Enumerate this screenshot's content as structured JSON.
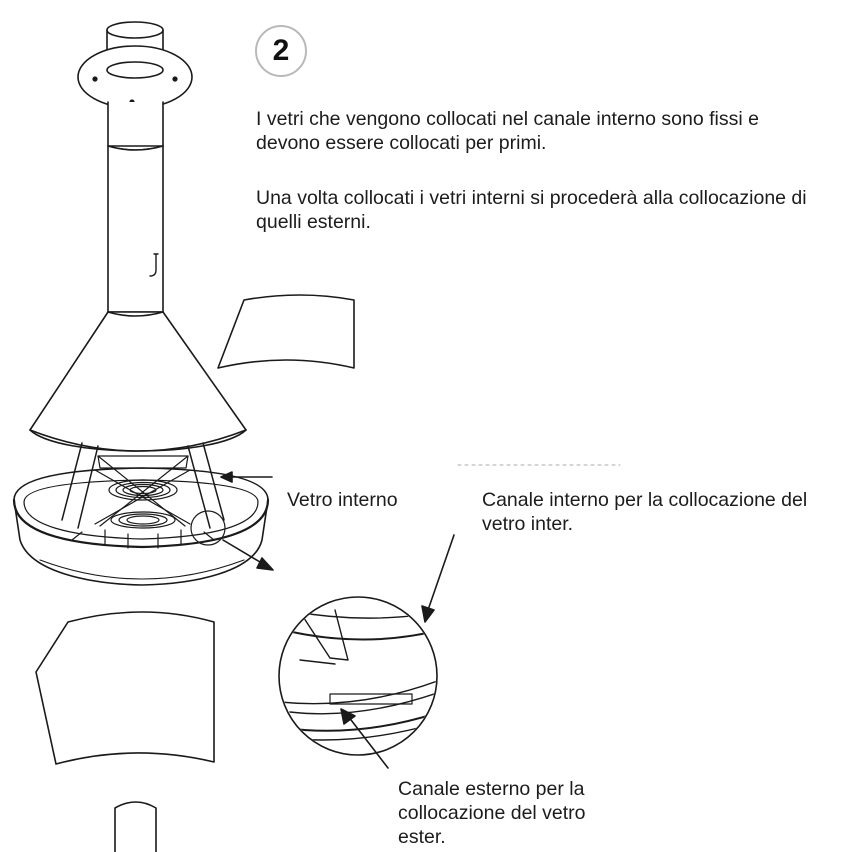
{
  "step": {
    "number": "2"
  },
  "instructions": {
    "paragraph_1": "I vetri che vengono collocati nel canale interno sono fissi e devono essere collocati per primi.",
    "paragraph_2": "Una volta collocati i vetri interni si procederà alla collocazione di quelli esterni."
  },
  "callouts": {
    "inner_glass": "Vetro interno",
    "inner_channel": "Canale interno per la collocazione del vetro inter.",
    "outer_channel": "Canale esterno per la collocazione del vetro ester."
  }
}
